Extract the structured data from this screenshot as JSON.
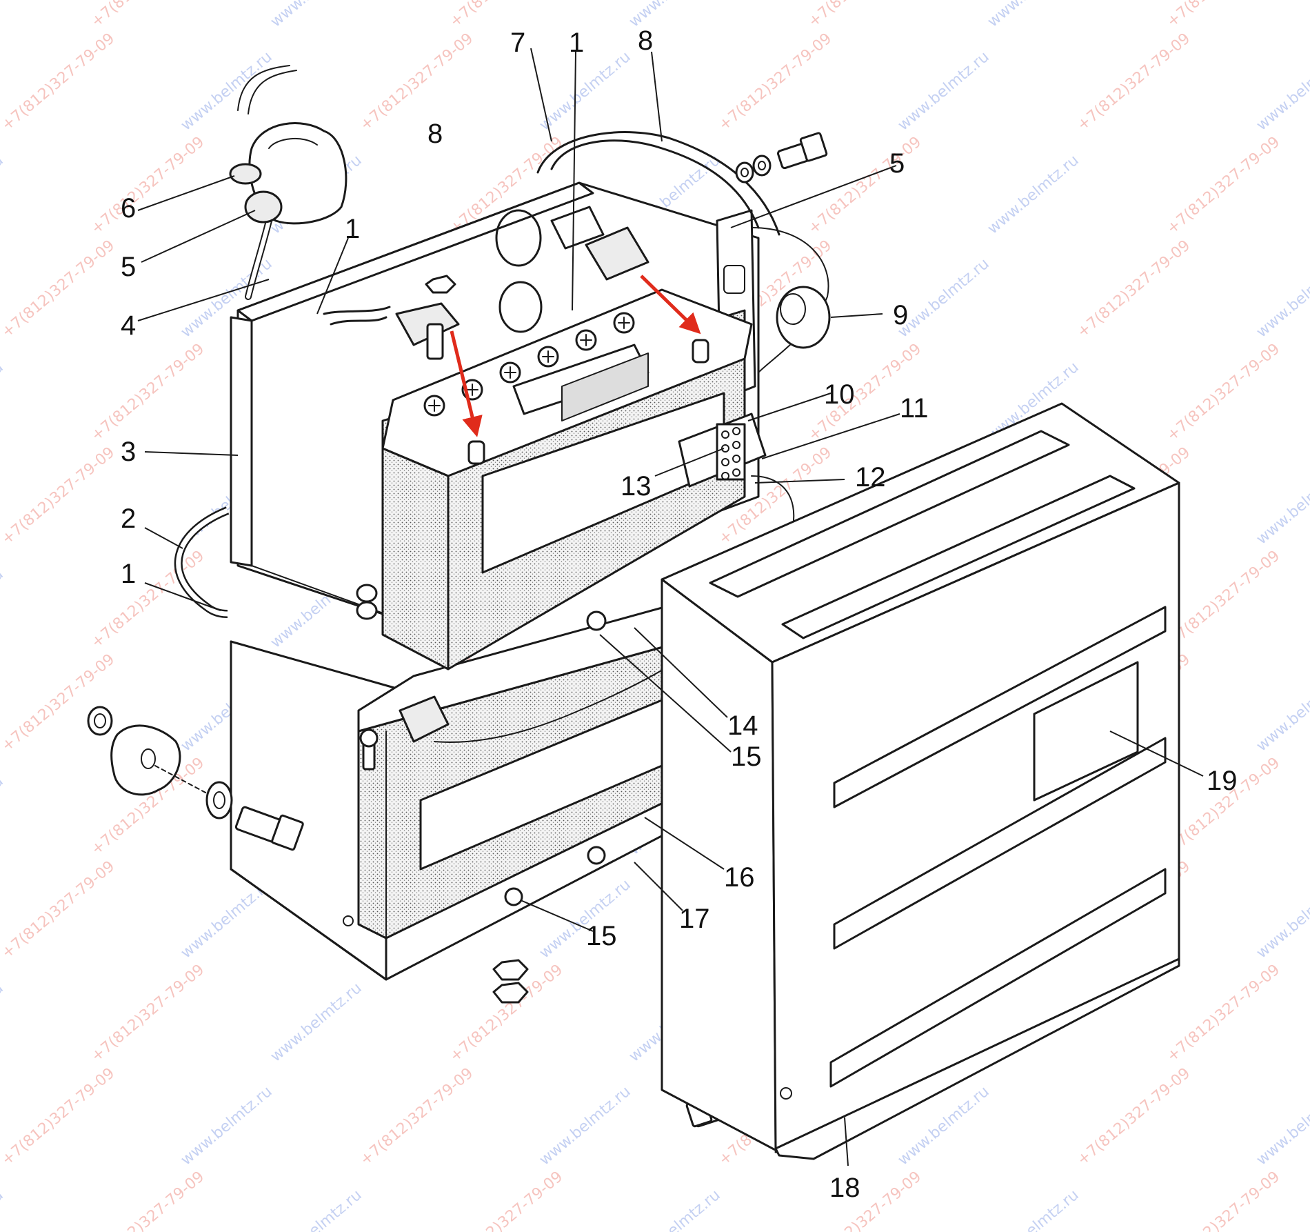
{
  "callouts": [
    {
      "id": "c7",
      "text": "7"
    },
    {
      "id": "c1a",
      "text": "1"
    },
    {
      "id": "c8a",
      "text": "8"
    },
    {
      "id": "c8b",
      "text": "8"
    },
    {
      "id": "c5a",
      "text": "5"
    },
    {
      "id": "c6",
      "text": "6"
    },
    {
      "id": "c5b",
      "text": "5"
    },
    {
      "id": "c1b",
      "text": "1"
    },
    {
      "id": "c4",
      "text": "4"
    },
    {
      "id": "c9",
      "text": "9"
    },
    {
      "id": "c10",
      "text": "10"
    },
    {
      "id": "c11",
      "text": "11"
    },
    {
      "id": "c3",
      "text": "3"
    },
    {
      "id": "c13",
      "text": "13"
    },
    {
      "id": "c12",
      "text": "12"
    },
    {
      "id": "c2",
      "text": "2"
    },
    {
      "id": "c1c",
      "text": "1"
    },
    {
      "id": "c14",
      "text": "14"
    },
    {
      "id": "c15a",
      "text": "15"
    },
    {
      "id": "c19",
      "text": "19"
    },
    {
      "id": "c16",
      "text": "16"
    },
    {
      "id": "c17",
      "text": "17"
    },
    {
      "id": "c15b",
      "text": "15"
    },
    {
      "id": "c18",
      "text": "18"
    }
  ],
  "watermark": {
    "site": "www.belmtz.ru",
    "phone": "+7(812)327-79-09",
    "site_color": "#2f5bd3",
    "phone_color": "#e0301e"
  },
  "colors": {
    "line": "#1a1a1a",
    "arrow": "#e02b1b",
    "background": "#ffffff"
  },
  "icons": [
    "battery-icon",
    "terminal-clamp-icon",
    "bolt-icon",
    "washer-icon",
    "nut-icon",
    "battery-box-icon",
    "cover-icon"
  ]
}
